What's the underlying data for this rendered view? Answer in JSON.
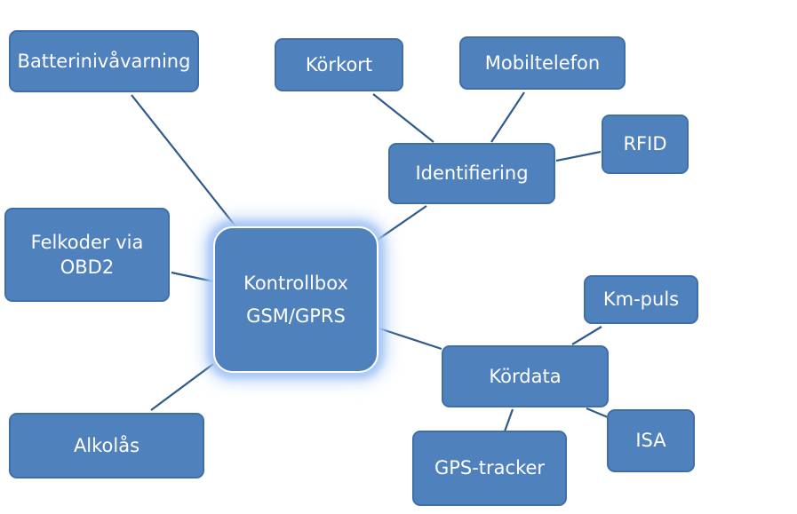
{
  "diagram": {
    "colors": {
      "node_fill": "#4f81bd",
      "node_border": "#3f6fa8",
      "node_text": "#ffffff",
      "connector": "#2f5a8a",
      "center_glow": "#a9c9f4"
    },
    "center": {
      "line1": "Kontrollbox",
      "line2": "GSM/GPRS"
    },
    "nodes": {
      "battery_warning": "Batterinivåvarning",
      "license": "Körkort",
      "mobile_phone": "Mobiltelefon",
      "rfid": "RFID",
      "identification": "Identifiering",
      "fault_codes": "Felkoder via\nOBD2",
      "km_pulse": "Km-puls",
      "driving_data": "Kördata",
      "alcolock": "Alkolås",
      "isa": "ISA",
      "gps_tracker": "GPS-tracker"
    }
  }
}
